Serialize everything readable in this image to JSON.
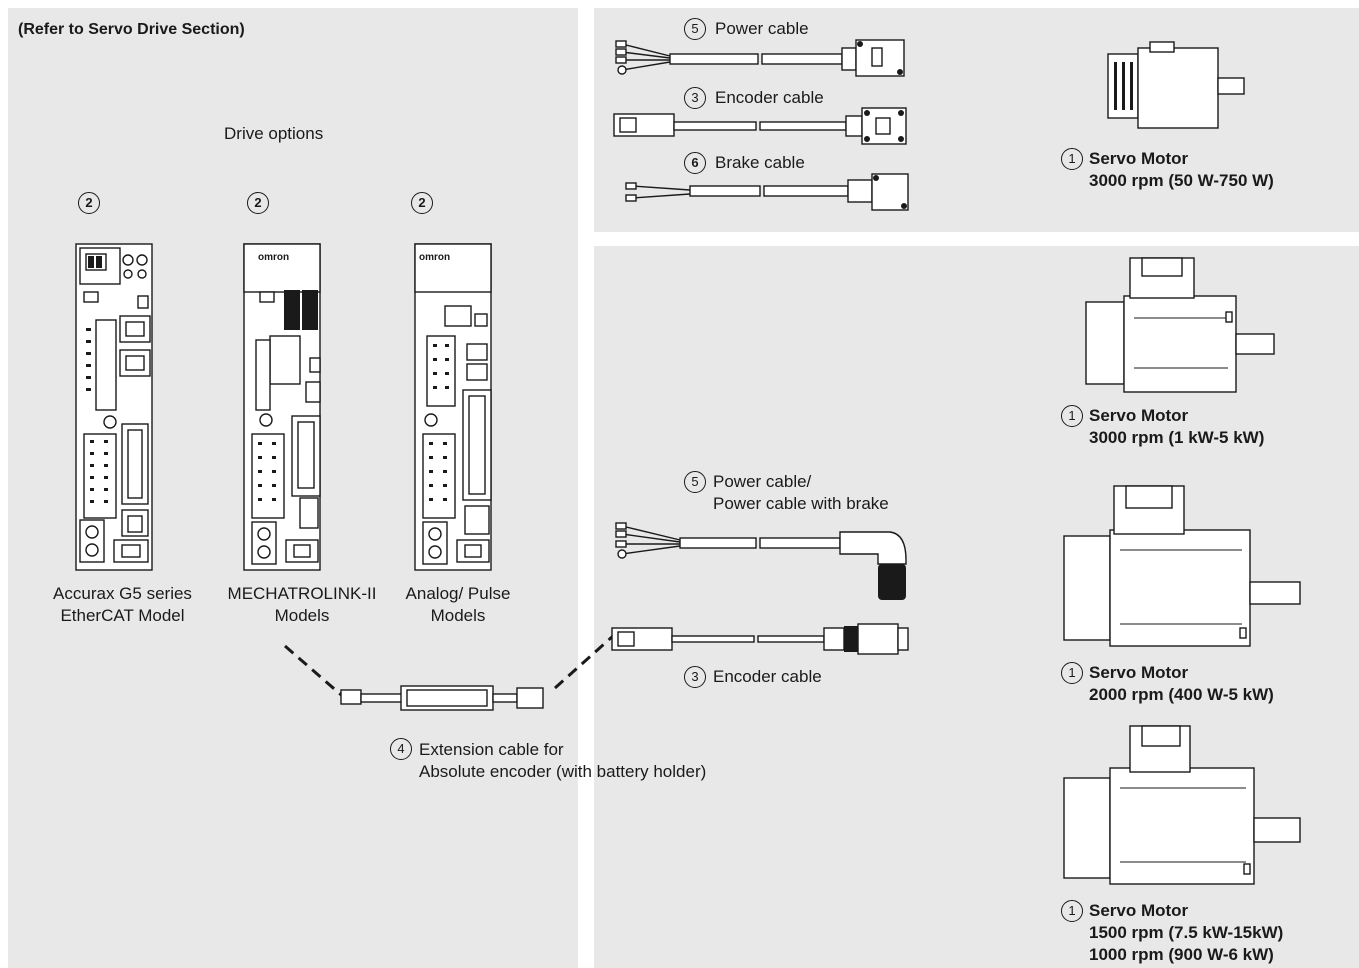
{
  "header_note": "(Refer to Servo Drive Section)",
  "drive_options_label": "Drive options",
  "drives": [
    {
      "number": "2",
      "line1": "Accurax G5 series",
      "line2": "EtherCAT Model"
    },
    {
      "number": "2",
      "line1": "MECHATROLINK-II",
      "line2": "Models",
      "logo": "omron"
    },
    {
      "number": "2",
      "line1": "Analog/ Pulse",
      "line2": "Models",
      "logo": "omron"
    }
  ],
  "small_cables": [
    {
      "number": "5",
      "label": "Power cable"
    },
    {
      "number": "3",
      "label": "Encoder cable"
    },
    {
      "number": "6",
      "label": "Brake cable"
    }
  ],
  "large_cables": [
    {
      "number": "5",
      "line1": "Power cable/",
      "line2": "Power cable with brake"
    },
    {
      "number": "3",
      "line1": "Encoder cable"
    }
  ],
  "extension_cable": {
    "number": "4",
    "line1": "Extension cable for",
    "line2": "Absolute encoder (with battery holder)"
  },
  "motors": [
    {
      "number": "1",
      "title": "Servo Motor",
      "specs": [
        "3000 rpm (50 W-750 W)"
      ]
    },
    {
      "number": "1",
      "title": "Servo Motor",
      "specs": [
        "3000 rpm (1 kW-5 kW)"
      ]
    },
    {
      "number": "1",
      "title": "Servo Motor",
      "specs": [
        "2000 rpm (400 W-5 kW)"
      ]
    },
    {
      "number": "1",
      "title": "Servo Motor",
      "specs": [
        "1500 rpm (7.5 kW-15kW)",
        "1000 rpm (900 W-6 kW)"
      ]
    }
  ]
}
